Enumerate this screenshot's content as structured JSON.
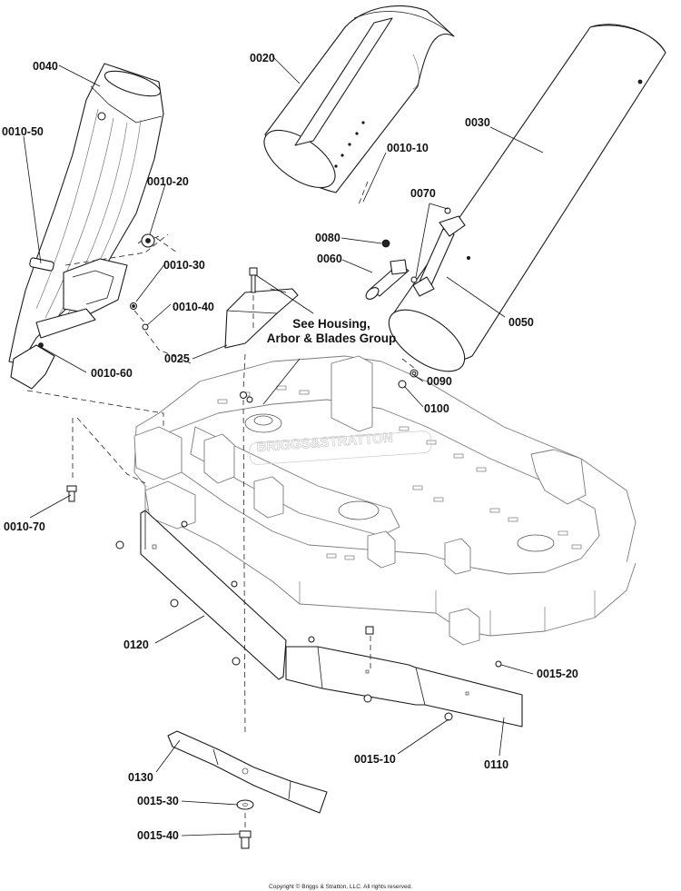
{
  "diagram": {
    "labels": {
      "p0040": "0040",
      "p0020": "0020",
      "p0030": "0030",
      "p0010_50": "0010-50",
      "p0010_20": "0010-20",
      "p0010_30": "0010-30",
      "p0010_40": "0010-40",
      "p0010_10": "0010-10",
      "p0070": "0070",
      "p0080": "0080",
      "p0060": "0060",
      "p0050": "0050",
      "p0025": "0025",
      "p0010_60": "0010-60",
      "p0090": "0090",
      "p0100": "0100",
      "p0010_70": "0010-70",
      "p0120": "0120",
      "p0015_20": "0015-20",
      "p0015_10": "0015-10",
      "p0110": "0110",
      "p0130": "0130",
      "p0015_30": "0015-30",
      "p0015_40": "0015-40"
    },
    "callout_line1": "See Housing,",
    "callout_line2": "Arbor & Blades Group",
    "watermark": "BRIGGS&STRATTON",
    "copyright": "Copyright © Briggs & Stratton, LLC. All rights reserved."
  }
}
